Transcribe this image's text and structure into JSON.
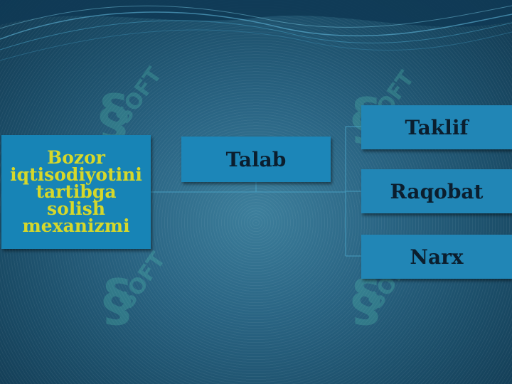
{
  "diagram": {
    "main_node": {
      "label": "Bozor iqtisodiyotini tartibga solish mexanizmi"
    },
    "talab_node": {
      "label": "Talab"
    },
    "right_nodes": [
      {
        "label": "Taklif"
      },
      {
        "label": "Raqobat"
      },
      {
        "label": "Narx"
      }
    ]
  },
  "colors": {
    "background": "#2a6584",
    "box_fill": "#1c86b8",
    "main_text": "#d6d82a",
    "box_text": "#0b1e2e"
  },
  "watermark": {
    "text": "SOFT"
  }
}
